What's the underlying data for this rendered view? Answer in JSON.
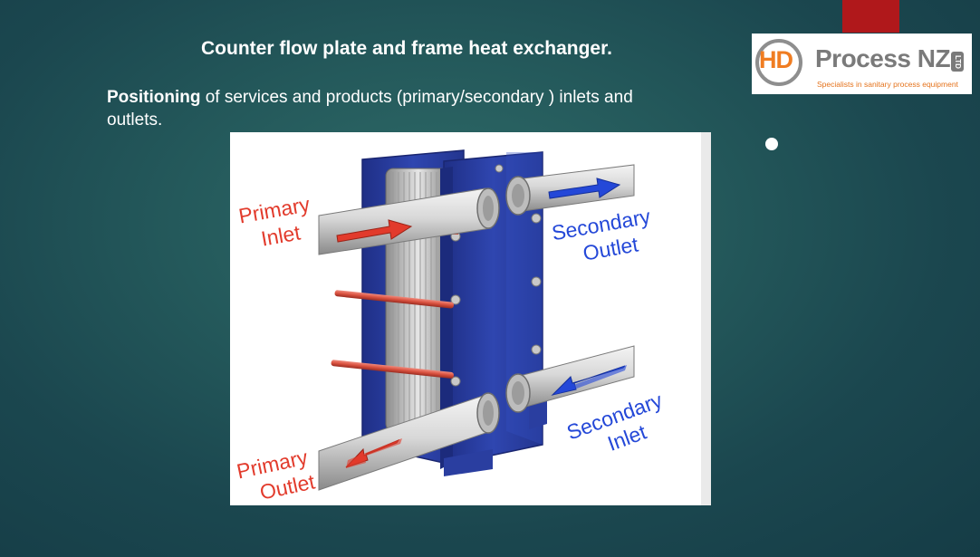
{
  "slide": {
    "title": "Counter flow plate and frame heat exchanger.",
    "body_bold": "Positioning",
    "body_rest": " of services and products (primary/secondary ) inlets and outlets."
  },
  "logo": {
    "badge": "HD",
    "name": "Process NZ",
    "suffix": "LTD",
    "tagline": "Specialists in sanitary process equipment"
  },
  "diagram": {
    "primary_inlet": [
      "Primary",
      "Inlet"
    ],
    "primary_outlet": [
      "Primary",
      "Outlet"
    ],
    "secondary_outlet": [
      "Secondary",
      "Outlet"
    ],
    "secondary_inlet": [
      "Secondary",
      "Inlet"
    ]
  },
  "colors": {
    "frame_blue": "#2a3ea0",
    "primary_red": "#e23b2c",
    "secondary_blue": "#2448d8",
    "accent_red_tab": "#b0181b"
  }
}
